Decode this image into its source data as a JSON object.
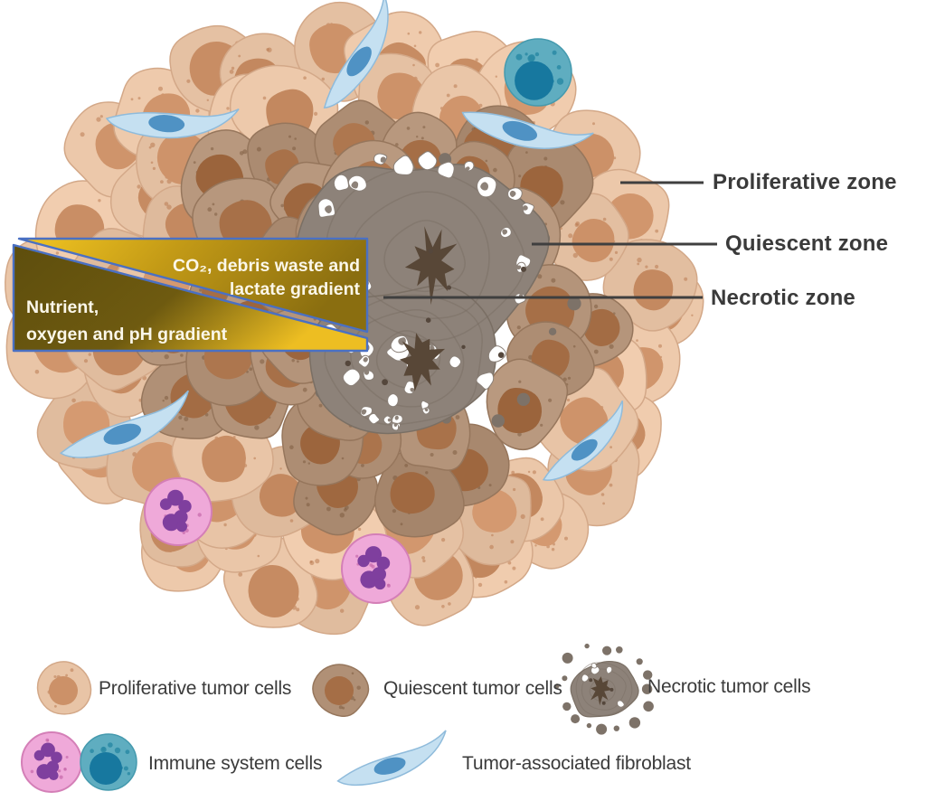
{
  "zones": {
    "proliferative": {
      "label": "Proliferative zone"
    },
    "quiescent": {
      "label": "Quiescent zone"
    },
    "necrotic": {
      "label": "Necrotic zone"
    }
  },
  "gradient_box": {
    "co2_line1": "CO₂, debris waste and",
    "co2_line2": "lactate gradient",
    "nutrient_line1": "Nutrient,",
    "nutrient_line2": "oxygen and pH gradient"
  },
  "legend": {
    "proliferative": "Proliferative tumor cells",
    "quiescent": "Quiescent tumor cells",
    "necrotic": "Necrotic tumor cells",
    "immune": "Immune system cells",
    "fibroblast": "Tumor-associated fibroblast"
  },
  "colors": {
    "proliferative_cell_body": "#e8c4a6",
    "proliferative_cell_outline": "#d3a888",
    "proliferative_nucleus": "#cc9168",
    "quiescent_cell_body": "#b09076",
    "quiescent_cell_outline": "#96765c",
    "quiescent_nucleus": "#a56e46",
    "necrotic_body": "#8d8279",
    "necrotic_outline": "#7a6f64",
    "necrotic_nucleus": "#584737",
    "fibroblast_body": "#c5e0f1",
    "fibroblast_outline": "#8fbbdb",
    "fibroblast_nucleus": "#4f92c4",
    "immune_pink_body": "#efa9d9",
    "immune_pink_outline": "#d47fb7",
    "immune_pink_nucleus": "#7f3f9e",
    "immune_teal_body": "#5fadc0",
    "immune_teal_nucleus": "#17789f",
    "gradient_gold": "#f3c622",
    "gradient_olive": "#5e4e0d",
    "box_border_blue": "#4a70c3",
    "pointer_line": "#3f3f3f",
    "label_text": "#3a3a3a"
  }
}
